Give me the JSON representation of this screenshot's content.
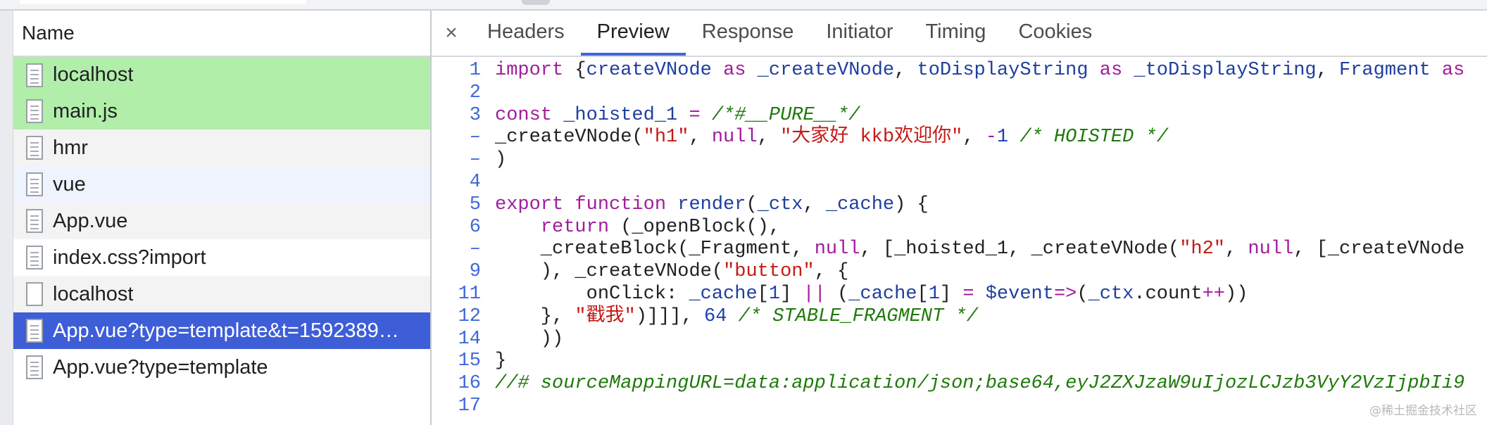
{
  "request_list": {
    "column_header": "Name",
    "rows": [
      {
        "name": "localhost",
        "style": "green",
        "icon": "document-icon"
      },
      {
        "name": "main.js",
        "style": "green",
        "icon": "document-icon"
      },
      {
        "name": "hmr",
        "style": "grey",
        "icon": "document-icon"
      },
      {
        "name": "vue",
        "style": "hover",
        "icon": "document-icon"
      },
      {
        "name": "App.vue",
        "style": "grey",
        "icon": "document-icon"
      },
      {
        "name": "index.css?import",
        "style": "white",
        "icon": "document-icon"
      },
      {
        "name": "localhost",
        "style": "grey",
        "icon": "blank-document-icon"
      },
      {
        "name": "App.vue?type=template&t=1592389…",
        "style": "selected",
        "icon": "document-icon"
      },
      {
        "name": "App.vue?type=template",
        "style": "white",
        "icon": "document-icon"
      }
    ]
  },
  "detail": {
    "close_label": "×",
    "tabs": [
      {
        "label": "Headers",
        "active": false
      },
      {
        "label": "Preview",
        "active": true
      },
      {
        "label": "Response",
        "active": false
      },
      {
        "label": "Initiator",
        "active": false
      },
      {
        "label": "Timing",
        "active": false
      },
      {
        "label": "Cookies",
        "active": false
      }
    ],
    "code_lines": [
      {
        "num": "1",
        "tokens": [
          {
            "t": "kw",
            "v": "import"
          },
          {
            "t": "plain",
            "v": " {"
          },
          {
            "t": "id",
            "v": "createVNode"
          },
          {
            "t": "plain",
            "v": " "
          },
          {
            "t": "kw",
            "v": "as"
          },
          {
            "t": "plain",
            "v": " "
          },
          {
            "t": "id",
            "v": "_createVNode"
          },
          {
            "t": "plain",
            "v": ", "
          },
          {
            "t": "id",
            "v": "toDisplayString"
          },
          {
            "t": "plain",
            "v": " "
          },
          {
            "t": "kw",
            "v": "as"
          },
          {
            "t": "plain",
            "v": " "
          },
          {
            "t": "id",
            "v": "_toDisplayString"
          },
          {
            "t": "plain",
            "v": ", "
          },
          {
            "t": "id",
            "v": "Fragment"
          },
          {
            "t": "plain",
            "v": " "
          },
          {
            "t": "kw",
            "v": "as"
          }
        ]
      },
      {
        "num": "2",
        "tokens": []
      },
      {
        "num": "3",
        "tokens": [
          {
            "t": "kw",
            "v": "const"
          },
          {
            "t": "plain",
            "v": " "
          },
          {
            "t": "id",
            "v": "_hoisted_1"
          },
          {
            "t": "plain",
            "v": " "
          },
          {
            "t": "op",
            "v": "="
          },
          {
            "t": "plain",
            "v": " "
          },
          {
            "t": "cm",
            "v": "/*#__PURE__*/"
          }
        ]
      },
      {
        "num": "–",
        "tokens": [
          {
            "t": "plain",
            "v": "_createVNode("
          },
          {
            "t": "str",
            "v": "\"h1\""
          },
          {
            "t": "plain",
            "v": ", "
          },
          {
            "t": "kw",
            "v": "null"
          },
          {
            "t": "plain",
            "v": ", "
          },
          {
            "t": "str",
            "v": "\"大家好 kkb欢迎你\""
          },
          {
            "t": "plain",
            "v": ", "
          },
          {
            "t": "op",
            "v": "-"
          },
          {
            "t": "num",
            "v": "1"
          },
          {
            "t": "plain",
            "v": " "
          },
          {
            "t": "cm",
            "v": "/* HOISTED */"
          }
        ]
      },
      {
        "num": "–",
        "tokens": [
          {
            "t": "plain",
            "v": ")"
          }
        ]
      },
      {
        "num": "4",
        "tokens": []
      },
      {
        "num": "5",
        "tokens": [
          {
            "t": "kw",
            "v": "export"
          },
          {
            "t": "plain",
            "v": " "
          },
          {
            "t": "kw",
            "v": "function"
          },
          {
            "t": "plain",
            "v": " "
          },
          {
            "t": "id",
            "v": "render"
          },
          {
            "t": "plain",
            "v": "("
          },
          {
            "t": "id",
            "v": "_ctx"
          },
          {
            "t": "plain",
            "v": ", "
          },
          {
            "t": "id",
            "v": "_cache"
          },
          {
            "t": "plain",
            "v": ") {"
          }
        ]
      },
      {
        "num": "6",
        "tokens": [
          {
            "t": "plain",
            "v": "    "
          },
          {
            "t": "kw",
            "v": "return"
          },
          {
            "t": "plain",
            "v": " (_openBlock(),"
          }
        ]
      },
      {
        "num": "–",
        "tokens": [
          {
            "t": "plain",
            "v": "    _createBlock(_Fragment, "
          },
          {
            "t": "kw",
            "v": "null"
          },
          {
            "t": "plain",
            "v": ", [_hoisted_1, _createVNode("
          },
          {
            "t": "str",
            "v": "\"h2\""
          },
          {
            "t": "plain",
            "v": ", "
          },
          {
            "t": "kw",
            "v": "null"
          },
          {
            "t": "plain",
            "v": ", [_createVNode"
          }
        ]
      },
      {
        "num": "9",
        "tokens": [
          {
            "t": "plain",
            "v": "    ), _createVNode("
          },
          {
            "t": "str",
            "v": "\"button\""
          },
          {
            "t": "plain",
            "v": ", {"
          }
        ]
      },
      {
        "num": "11",
        "tokens": [
          {
            "t": "plain",
            "v": "        onClick: "
          },
          {
            "t": "id",
            "v": "_cache"
          },
          {
            "t": "plain",
            "v": "["
          },
          {
            "t": "num",
            "v": "1"
          },
          {
            "t": "plain",
            "v": "] "
          },
          {
            "t": "op",
            "v": "||"
          },
          {
            "t": "plain",
            "v": " ("
          },
          {
            "t": "id",
            "v": "_cache"
          },
          {
            "t": "plain",
            "v": "["
          },
          {
            "t": "num",
            "v": "1"
          },
          {
            "t": "plain",
            "v": "] "
          },
          {
            "t": "op",
            "v": "="
          },
          {
            "t": "plain",
            "v": " "
          },
          {
            "t": "id",
            "v": "$event"
          },
          {
            "t": "op",
            "v": "=>"
          },
          {
            "t": "plain",
            "v": "("
          },
          {
            "t": "id",
            "v": "_ctx"
          },
          {
            "t": "plain",
            "v": ".count"
          },
          {
            "t": "op",
            "v": "++"
          },
          {
            "t": "plain",
            "v": "))"
          }
        ]
      },
      {
        "num": "12",
        "tokens": [
          {
            "t": "plain",
            "v": "    }, "
          },
          {
            "t": "str",
            "v": "\"戳我\""
          },
          {
            "t": "plain",
            "v": ")]]], "
          },
          {
            "t": "num",
            "v": "64"
          },
          {
            "t": "plain",
            "v": " "
          },
          {
            "t": "cm",
            "v": "/* STABLE_FRAGMENT */"
          }
        ]
      },
      {
        "num": "14",
        "tokens": [
          {
            "t": "plain",
            "v": "    ))"
          }
        ]
      },
      {
        "num": "15",
        "tokens": [
          {
            "t": "plain",
            "v": "}"
          }
        ]
      },
      {
        "num": "16",
        "tokens": [
          {
            "t": "cm",
            "v": "//# sourceMappingURL=data:application/json;base64,eyJ2ZXJzaW9uIjozLCJzb3VyY2VzIjpbIi9"
          }
        ]
      },
      {
        "num": "17",
        "tokens": []
      }
    ]
  },
  "watermark": "@稀土掘金技术社区"
}
